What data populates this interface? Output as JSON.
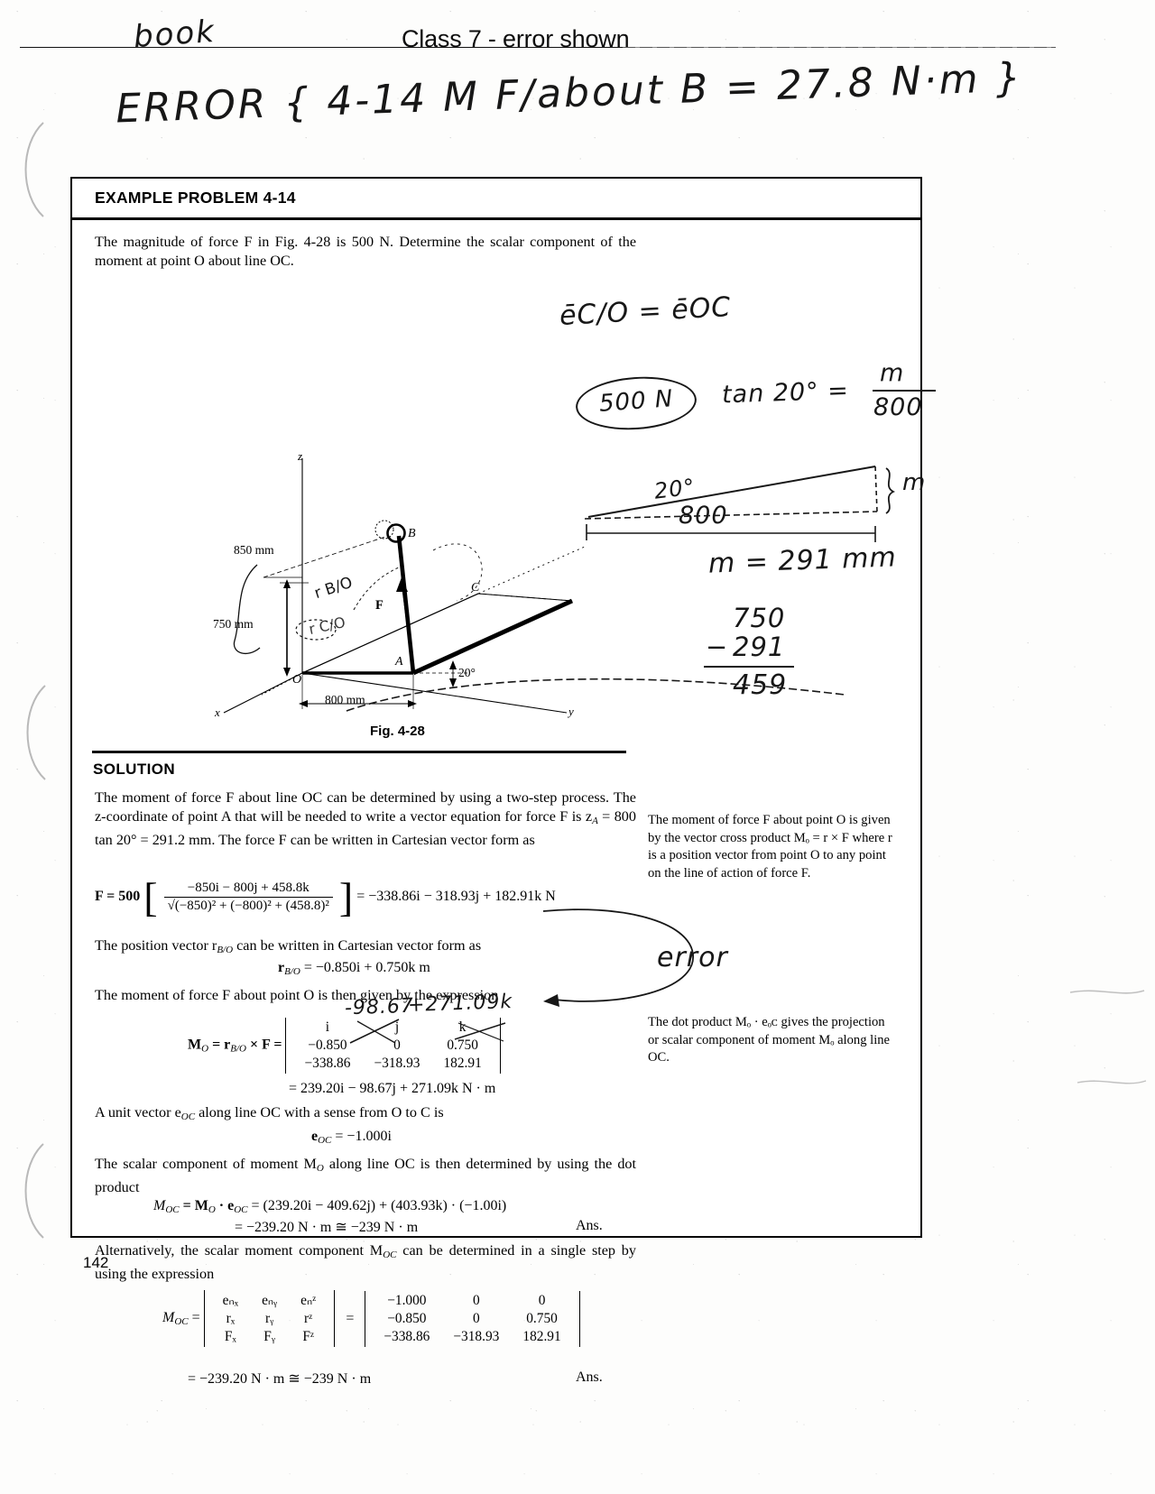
{
  "header": {
    "title": "Class 7 - error shown",
    "hand_book": "book",
    "hand_error_note": "ERROR { 4-14  M F/about B = 27.8 N·m }"
  },
  "problem": {
    "box_title": "EXAMPLE PROBLEM 4-14",
    "statement": "The magnitude of force F in Fig. 4-28 is 500 N. Determine the scalar component of the moment at point O about line OC.",
    "figure_caption": "Fig. 4-28",
    "figure": {
      "axis_z": "z",
      "axis_x": "x",
      "axis_y": "y",
      "label_O": "O",
      "label_A": "A",
      "label_B": "B",
      "label_C": "C",
      "label_F": "F",
      "dim_850": "850 mm",
      "dim_750": "750 mm",
      "dim_800": "800 mm",
      "angle_20": "20°"
    },
    "solution_label": "SOLUTION",
    "para1": "The moment of force F about line OC can be determined by using a two-step process. The z-coordinate of point A that will be needed to write a vector equation for force F is z",
    "para1_sub": "A",
    "para1_cont": " = 800 tan 20° = 291.2 mm. The force F can be written in Cartesian vector form as",
    "eqF": {
      "lhs": "F = 500",
      "num": "−850i − 800j + 458.8k",
      "den": "√(−850)² + (−800)² + (458.8)²",
      "rhs": "= −338.86i − 318.93j + 182.91k N"
    },
    "para2": "The position vector r",
    "para2_sub": "B/O",
    "para2_cont": " can be written in Cartesian vector form as",
    "eqR": "r",
    "eqR_sub": "B/O",
    "eqR_rhs": " = −0.850i + 0.750k m",
    "para3": "The moment of force F about point O is then given by the expression",
    "eqM_lhs": "M",
    "eqM_lhs_sub": "O",
    "eqM_mid": " = r",
    "eqM_mid_sub": "B/O",
    "eqM_mid2": " × F =",
    "matrix1": {
      "row0": [
        "i",
        "j",
        "k"
      ],
      "row1": [
        "−0.850",
        "0",
        "0.750"
      ],
      "row2": [
        "−338.86",
        "−318.93",
        "182.91"
      ]
    },
    "eqM_result": "= 239.20i − 98.67j + 271.09k N · m",
    "para4": "A unit vector e",
    "para4_sub": "OC",
    "para4_cont": " along line OC with a sense from O to C is",
    "eqE": "e",
    "eqE_sub": "OC",
    "eqE_rhs": " = −1.000i",
    "para5": "The scalar component of moment M",
    "para5_sub": "O",
    "para5_cont": " along line OC is then determined by using the dot product",
    "eqMOC_lhs": "M",
    "eqMOC_lhs_sub": "OC",
    "eqMOC_mid": " = M",
    "eqMOC_mid_sub": "O",
    "eqMOC_mid2": " · e",
    "eqMOC_mid2_sub": "OC",
    "eqMOC_rhs": " = (239.20i − 409.62j) + (403.93k) · (−1.00i)",
    "eqMOC_result": "= −239.20 N · m ≅ −239 N · m",
    "ans1": "Ans.",
    "para6": "Alternatively, the scalar moment component M",
    "para6_sub": "OC",
    "para6_cont": " can be determined in a single step by using the expression",
    "eqMOC2_lhs": "M",
    "eqMOC2_lhs_sub": "OC",
    "eqMOC2_eq": " =",
    "matrix2": {
      "row0": [
        "eₙₓ",
        "eₙᵧ",
        "eₙᶻ"
      ],
      "row1": [
        "rₓ",
        "rᵧ",
        "rᶻ"
      ],
      "row2": [
        "Fₓ",
        "Fᵧ",
        "Fᶻ"
      ]
    },
    "matrix3": {
      "row0": [
        "−1.000",
        "0",
        "0"
      ],
      "row1": [
        "−0.850",
        "0",
        "0.750"
      ],
      "row2": [
        "−338.86",
        "−318.93",
        "182.91"
      ]
    },
    "eqMOC2_result": "= −239.20 N · m ≅ −239 N · m",
    "ans2": "Ans.",
    "page_number": "142"
  },
  "margin_notes": [
    {
      "id": "note-cross-product",
      "text": "The moment of force F about point O is given by the vector cross product Mₒ = r × F where r is a position vector from point O to any point on the line of action of force F."
    },
    {
      "id": "note-dot-product",
      "text": "The dot product Mₒ · eₒᴄ gives the projection or scalar component of moment Mₒ along line OC."
    }
  ],
  "handwriting": {
    "unit_vector": "ēC/O = ēOC",
    "force_circled": "500 N",
    "tan_rel_top": "m",
    "tan_rel": "tan 20° =",
    "tan_rel_bottom": "800",
    "triangle_angle": "20°",
    "triangle_base": "800",
    "triangle_height": "m",
    "m_value": "m = 291 mm",
    "sub_750": "750",
    "sub_291": "291",
    "sub_result": "459",
    "error_word": "error",
    "corr_j": "-98.67",
    "corr_k": "+271.09k",
    "rbo_label": "r B/O",
    "rco_label": "r C/O"
  },
  "colors": {
    "ink": "#171717",
    "print": "#000000",
    "faint": "#9a9a9a"
  }
}
